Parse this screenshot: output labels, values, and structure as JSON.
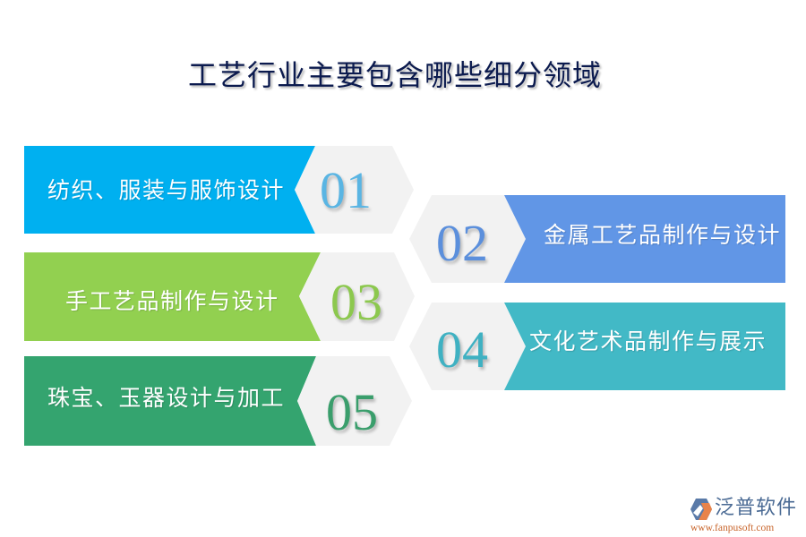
{
  "title": "工艺行业主要包含哪些细分领域",
  "colors": {
    "hex_bg": "#f2f2f2",
    "item1": "#00b0f0",
    "item2": "#6196e6",
    "item3": "#92d050",
    "item4": "#42b9c6",
    "item5": "#34a46f",
    "num1": "#5ab5e3",
    "num2": "#5b8fdc",
    "num3": "#8cc84e",
    "num4": "#3fb1c2",
    "num5": "#3a9e6c"
  },
  "items": [
    {
      "number": "01",
      "label": "纺织、服装与服饰设计",
      "side": "left"
    },
    {
      "number": "02",
      "label": "金属工艺品制作与设计",
      "side": "right"
    },
    {
      "number": "03",
      "label": "手工艺品制作与设计",
      "side": "left"
    },
    {
      "number": "04",
      "label": "文化艺术品制作与展示",
      "side": "right"
    },
    {
      "number": "05",
      "label": "珠宝、玉器设计与加工",
      "side": "left"
    }
  ],
  "logo": {
    "icon": "fanpu-logo-icon",
    "name": "泛普软件",
    "url": "www.fanpusoft.com"
  }
}
